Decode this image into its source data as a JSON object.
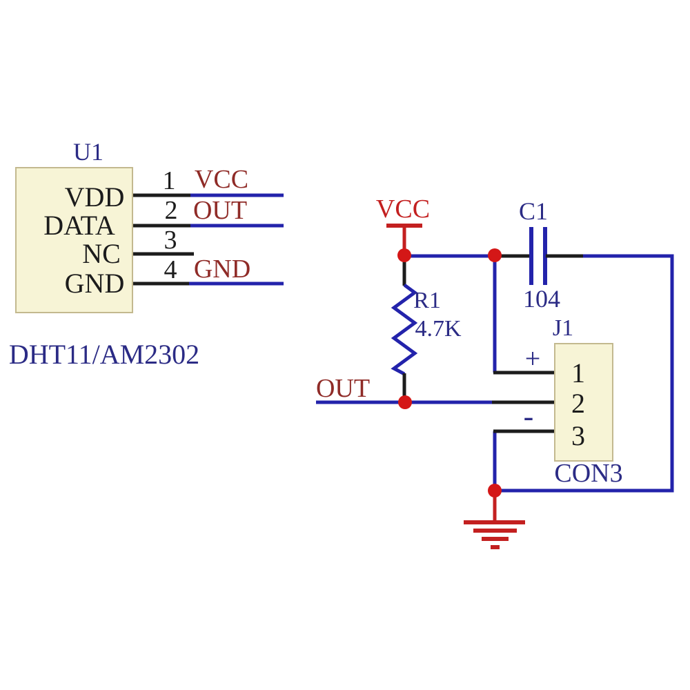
{
  "schematic": {
    "u1": {
      "ref": "U1",
      "part_label": "DHT11/AM2302",
      "pin_names": [
        "VDD",
        "DATA",
        "NC",
        "GND"
      ],
      "pin_numbers": [
        "1",
        "2",
        "3",
        "4"
      ],
      "pin_nets": [
        "VCC",
        "OUT",
        "",
        "GND"
      ]
    },
    "r1": {
      "ref": "R1",
      "value": "4.7K"
    },
    "c1": {
      "ref": "C1",
      "value": "104"
    },
    "j1": {
      "ref": "J1",
      "footprint": "CON3",
      "pin_numbers": [
        "1",
        "2",
        "3"
      ],
      "polarity": {
        "plus": "+",
        "minus": "-"
      }
    },
    "nets": {
      "vcc": "VCC",
      "out": "OUT",
      "gnd": "GND"
    },
    "colors": {
      "wire_blue": "#2323ab",
      "label_navy": "#2b2b85",
      "net_red": "#8f2b27",
      "power_red": "#c32020",
      "junction_red": "#d41717",
      "pin_black": "#1c1c1c",
      "box_fill": "#f7f4d6",
      "box_border": "#c3b98f",
      "background": "#ffffff"
    }
  }
}
